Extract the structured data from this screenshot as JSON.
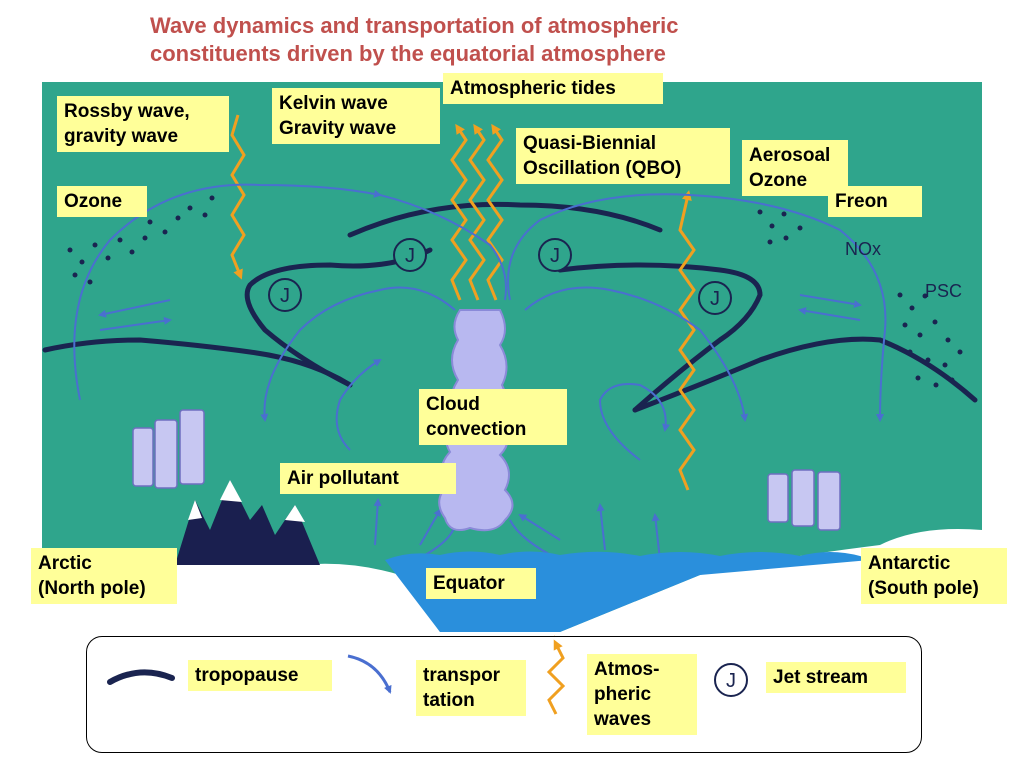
{
  "title": {
    "line1": "Wave dynamics and transportation of atmospheric",
    "line2": "constituents driven by the equatorial atmosphere"
  },
  "labels": {
    "rossby_1": "Rossby wave,",
    "rossby_2": "gravity wave",
    "kelvin_1": "Kelvin wave",
    "kelvin_2": "Gravity wave",
    "tides": "Atmospheric tides",
    "qbo_1": "Quasi-Biennial",
    "qbo_2": "Oscillation (QBO)",
    "aerosol_1": "Aerosoal",
    "aerosol_2": "Ozone",
    "freon": "Freon",
    "ozone": "Ozone",
    "cloud_1": "Cloud",
    "cloud_2": "convection",
    "pollutant": "Air pollutant",
    "arctic_1": "Arctic",
    "arctic_2": "(North pole)",
    "equator": "Equator",
    "antarctic_1": "Antarctic",
    "antarctic_2": "(South pole)"
  },
  "inner_text": {
    "nox": "NOx",
    "psc": "PSC",
    "jet_symbol": "J"
  },
  "legend": {
    "tropopause": "tropopause",
    "transport_1": "transpor",
    "transport_2": "tation",
    "waves_1": "Atmos-",
    "waves_2": "pheric",
    "waves_3": "waves",
    "jet": "Jet stream"
  },
  "colors": {
    "background": "#2fa58c",
    "wave": "#f0a020",
    "transport_arrow": "#4a6fd0",
    "tropopause": "#1a2450",
    "ocean": "#2a8fdc",
    "label_fill": "#ffff99",
    "title": "#c0504d"
  },
  "icons": {
    "jet_stream": "circled-j-icon",
    "mountains": "snow-mountain-icon",
    "cloud_column": "cumulus-cloud-icon"
  }
}
